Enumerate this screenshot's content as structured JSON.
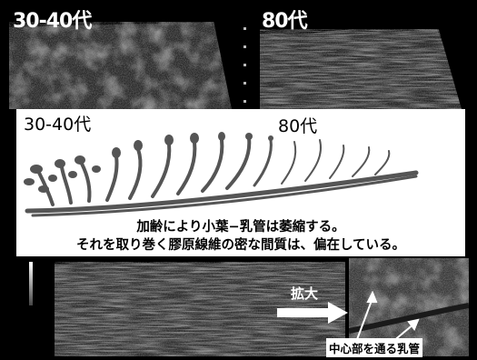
{
  "top_left_label": "30-40代",
  "top_right_label": "80代",
  "diagram": {
    "label_left": "30-40代",
    "label_right": "80代",
    "caption_line1": "加齢により小葉−乳管は萎縮する。",
    "caption_line2": "それを取り巻く膠原線維の密な間質は、偏在している。"
  },
  "bottom": {
    "zoom_label": "拡大",
    "duct_tag": "中心部を通る乳管"
  }
}
